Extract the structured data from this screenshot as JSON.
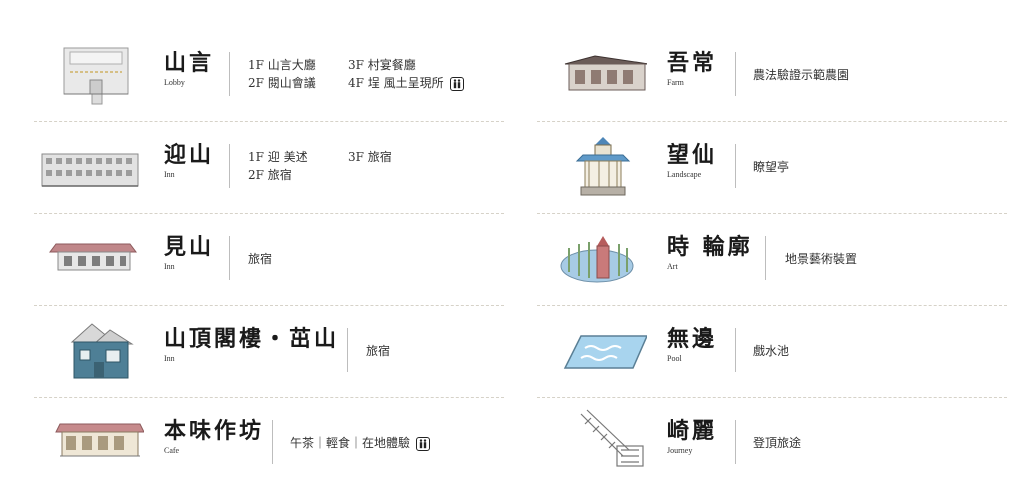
{
  "left": [
    {
      "name": "山言",
      "sub": "Lobby",
      "lines": [
        [
          "1F 山言大廳",
          "3F 村宴餐廳"
        ],
        [
          "2F 閱山會議",
          "4F 埕 風土呈現所"
        ]
      ]
    },
    {
      "name": "迎山",
      "sub": "Inn",
      "lines": [
        [
          "1F 迎 美述",
          "3F 旅宿"
        ],
        [
          "2F 旅宿",
          ""
        ]
      ]
    },
    {
      "name": "見山",
      "sub": "Inn",
      "text": "旅宿"
    },
    {
      "name": "山頂閣樓・茁山",
      "sub": "Inn",
      "text": "旅宿"
    },
    {
      "name": "本味作坊",
      "sub": "Cafe",
      "text": "午茶｜輕食｜在地體驗"
    }
  ],
  "right": [
    {
      "name": "吾常",
      "sub": "Farm",
      "text": "農法驗證示範農園"
    },
    {
      "name": "望仙",
      "sub": "Landscape",
      "text": "瞭望亭"
    },
    {
      "name": "時 輪廓",
      "sub": "Art",
      "text": "地景藝術裝置"
    },
    {
      "name": "無邊",
      "sub": "Pool",
      "text": "戲水池"
    },
    {
      "name": "崎麗",
      "sub": "Journey",
      "text": "登頂旅途"
    }
  ],
  "icons": {
    "restroom": "restroom-icon"
  }
}
